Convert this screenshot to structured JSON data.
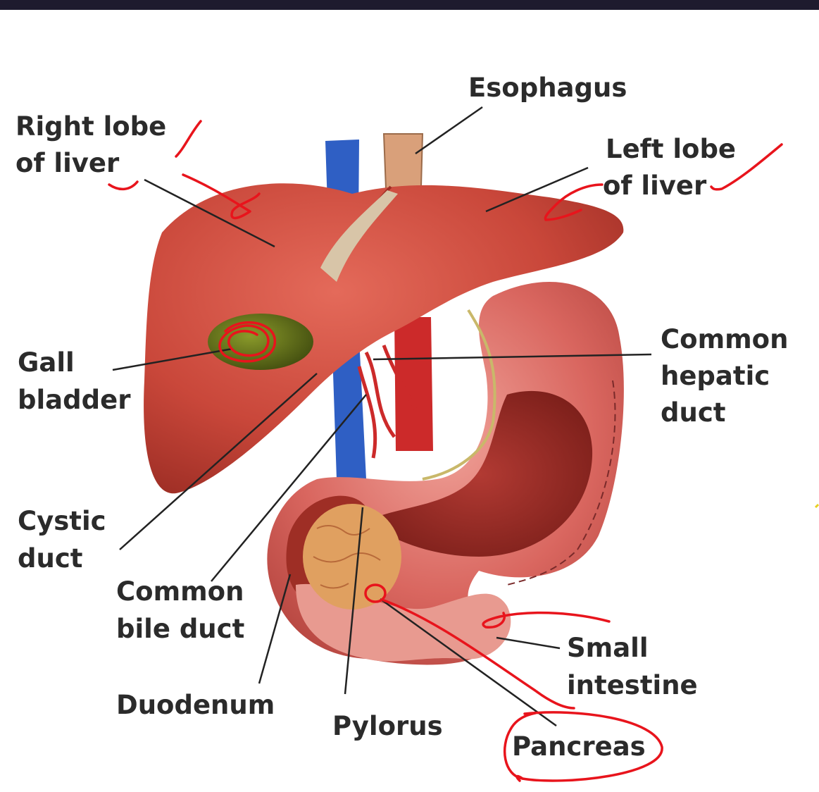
{
  "colors": {
    "frame": "#1e1b2e",
    "background": "#ffffff",
    "liver": "#c9473a",
    "stomach": "#d9665f",
    "gallbladder": "#4f5a12",
    "vein": "#2f5fc4",
    "artery": "#cc2a2a",
    "pancreas": "#e0a060",
    "annotation": "#e8141c",
    "leader": "#222222"
  },
  "labels": {
    "esophagus": "Esophagus",
    "right_lobe_1": "Right lobe",
    "right_lobe_2": "of liver",
    "left_lobe_1": "Left lobe",
    "left_lobe_2": "of liver",
    "gall_1": "Gall",
    "gall_2": "bladder",
    "hepatic_1": "Common",
    "hepatic_2": "hepatic",
    "hepatic_3": "duct",
    "cystic_1": "Cystic",
    "cystic_2": "duct",
    "bile_1": "Common",
    "bile_2": "bile duct",
    "duodenum": "Duodenum",
    "pylorus": "Pylorus",
    "small_1": "Small",
    "small_2": "intestine",
    "pancreas": "Pancreas"
  }
}
